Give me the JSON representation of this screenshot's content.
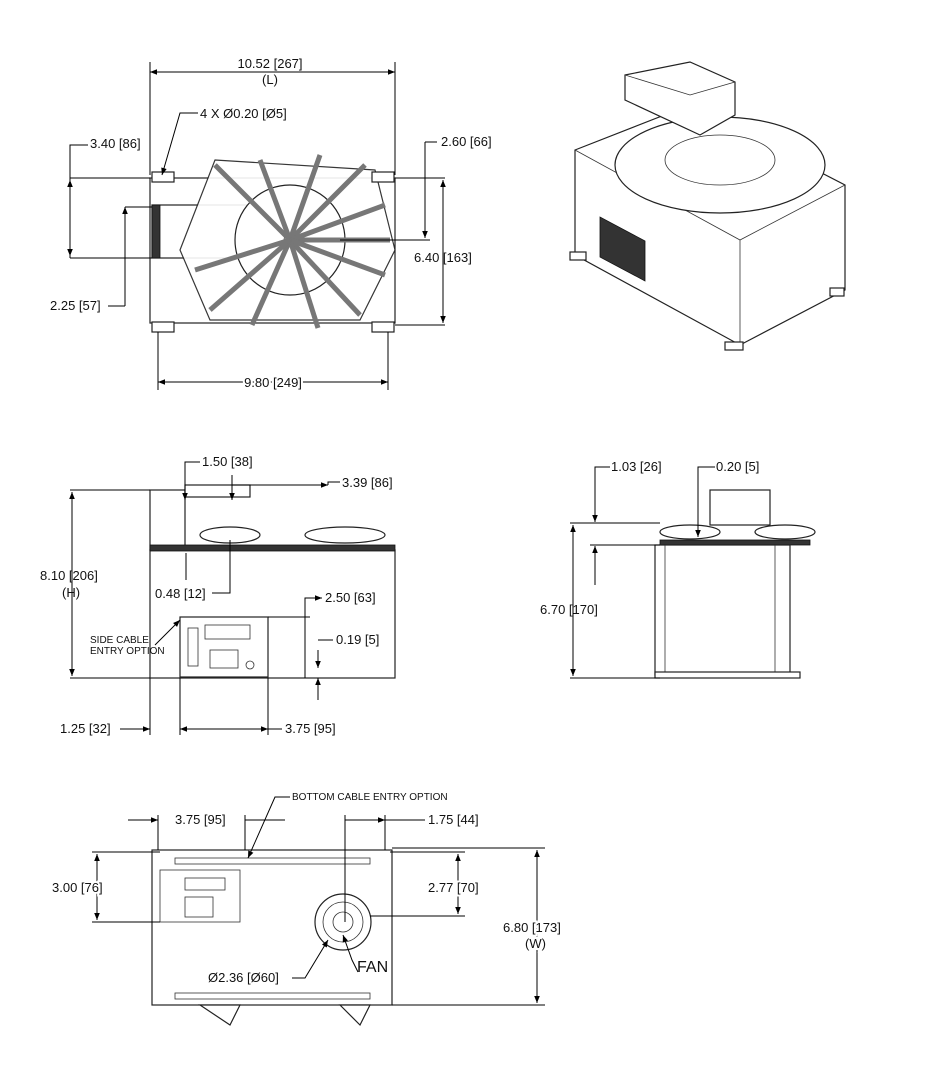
{
  "top_view": {
    "length": "10.52 [267]",
    "length_tag": "(L)",
    "holes": "4 X Ø0.20 [Ø5]",
    "offset_left": "3.40 [86]",
    "offset_right": "2.60 [66]",
    "depth": "6.40 [163]",
    "box_height": "2.25 [57]",
    "foot_span": "9.80 [249]"
  },
  "front_view": {
    "box_width": "1.50 [38]",
    "carousel_offset": "3.39 [86]",
    "height": "8.10 [206]",
    "height_tag": "(H)",
    "plate_offset": "0.48 [12]",
    "panel_height": "2.50 [63]",
    "side_cable_line1": "SIDE CABLE",
    "side_cable_line2": "ENTRY OPTION",
    "panel_bottom": "0.19 [5]",
    "panel_left": "1.25 [32]",
    "panel_width": "3.75 [95]"
  },
  "side_view": {
    "top_offset": "1.03 [26]",
    "plate_thickness": "0.20 [5]",
    "height": "6.70 [170]"
  },
  "bottom_view": {
    "cable_entry": "BOTTOM CABLE ENTRY OPTION",
    "panel_width": "3.75 [95]",
    "fan_offset_x": "1.75 [44]",
    "panel_height": "3.00 [76]",
    "fan_offset_y": "2.77 [70]",
    "width": "6.80 [173]",
    "width_tag": "(W)",
    "fan_diameter": "Ø2.36 [Ø60]",
    "fan_label": "FAN"
  }
}
